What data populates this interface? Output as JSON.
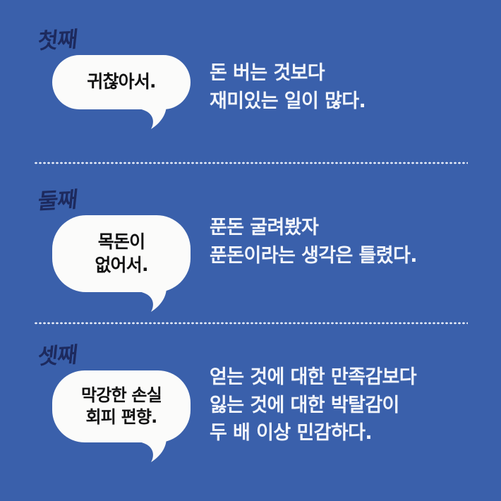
{
  "theme": {
    "background_color": "#3a60ab",
    "bubble_color": "#fbfbfa",
    "bubble_text_color": "#111111",
    "ordinal_color": "#1d2a5e",
    "copy_color": "#f2f5fb",
    "divider_color": "#e9eef8"
  },
  "sections": [
    {
      "ordinal": "첫째",
      "bubble_lines": [
        "귀찮아서."
      ],
      "copy_lines": [
        "돈 버는 것보다",
        "재미있는 일이 많다."
      ]
    },
    {
      "ordinal": "둘째",
      "bubble_lines": [
        "목돈이",
        "없어서."
      ],
      "copy_lines": [
        "푼돈 굴려봤자",
        "푼돈이라는 생각은 틀렸다."
      ]
    },
    {
      "ordinal": "셋째",
      "bubble_lines": [
        "막강한 손실",
        "회피 편향."
      ],
      "copy_lines": [
        "얻는 것에 대한 만족감보다",
        "잃는 것에 대한 박탈감이",
        "두 배 이상 민감하다."
      ]
    }
  ]
}
